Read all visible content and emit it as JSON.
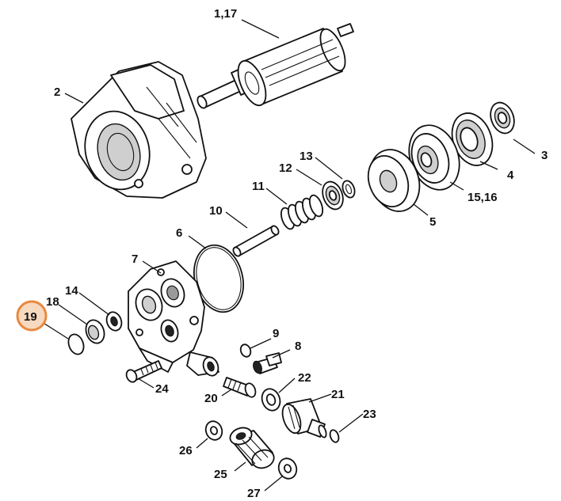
{
  "diagram": {
    "highlight_color": "#e8893f",
    "highlighted_label": "19",
    "labels": {
      "armature": "1,17",
      "housing": "2",
      "bearing_small": "3",
      "bearing": "4",
      "pulley": "5",
      "oring_large": "6",
      "pump_body": "7",
      "plug": "8",
      "oring_small": "9",
      "pin": "10",
      "spring": "11",
      "washer": "12",
      "seal": "13",
      "valve_seat": "14",
      "gear": "15,16",
      "cap": "18",
      "oring_19": "19",
      "screw_20": "20",
      "coupling": "21",
      "washer_22": "22",
      "oring_23": "23",
      "screw_24": "24",
      "nut": "25",
      "washer_26": "26",
      "washer_27": "27"
    }
  }
}
